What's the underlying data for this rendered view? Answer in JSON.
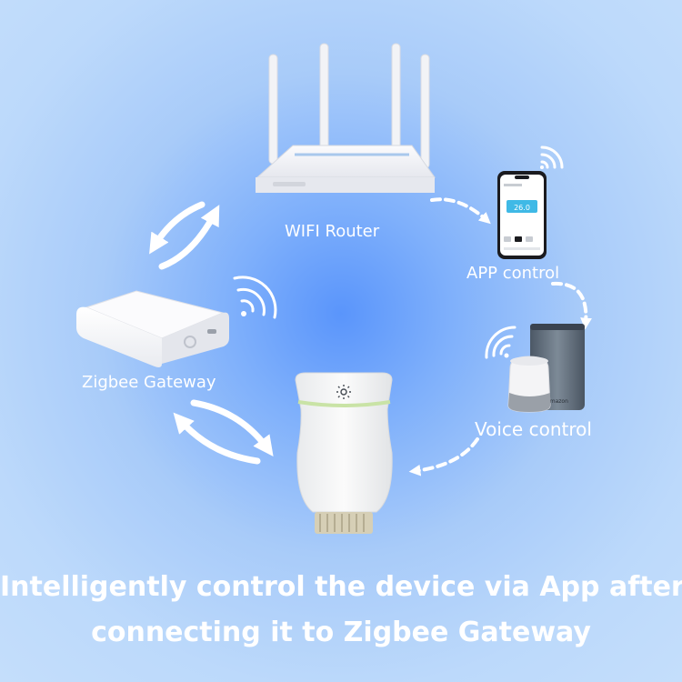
{
  "labels": {
    "router": "WIFI Router",
    "app": "APP control",
    "voice": "Voice control",
    "gateway": "Zigbee Gateway"
  },
  "caption": {
    "line1": "Intelligently control the device via App after",
    "line2": "connecting it to Zigbee Gateway"
  },
  "phone": {
    "temperature": "26.0"
  },
  "speaker": {
    "brand": "amazon"
  },
  "icons": [
    "wifi-signal-icon",
    "sun-icon",
    "arrow-icon"
  ],
  "colors": {
    "background_center": "#5a95fb",
    "background_edge": "#c4defb",
    "text": "#ffffff",
    "phone_accent": "#3fb9e6",
    "thermostat_ring": "#c9e3a6"
  }
}
